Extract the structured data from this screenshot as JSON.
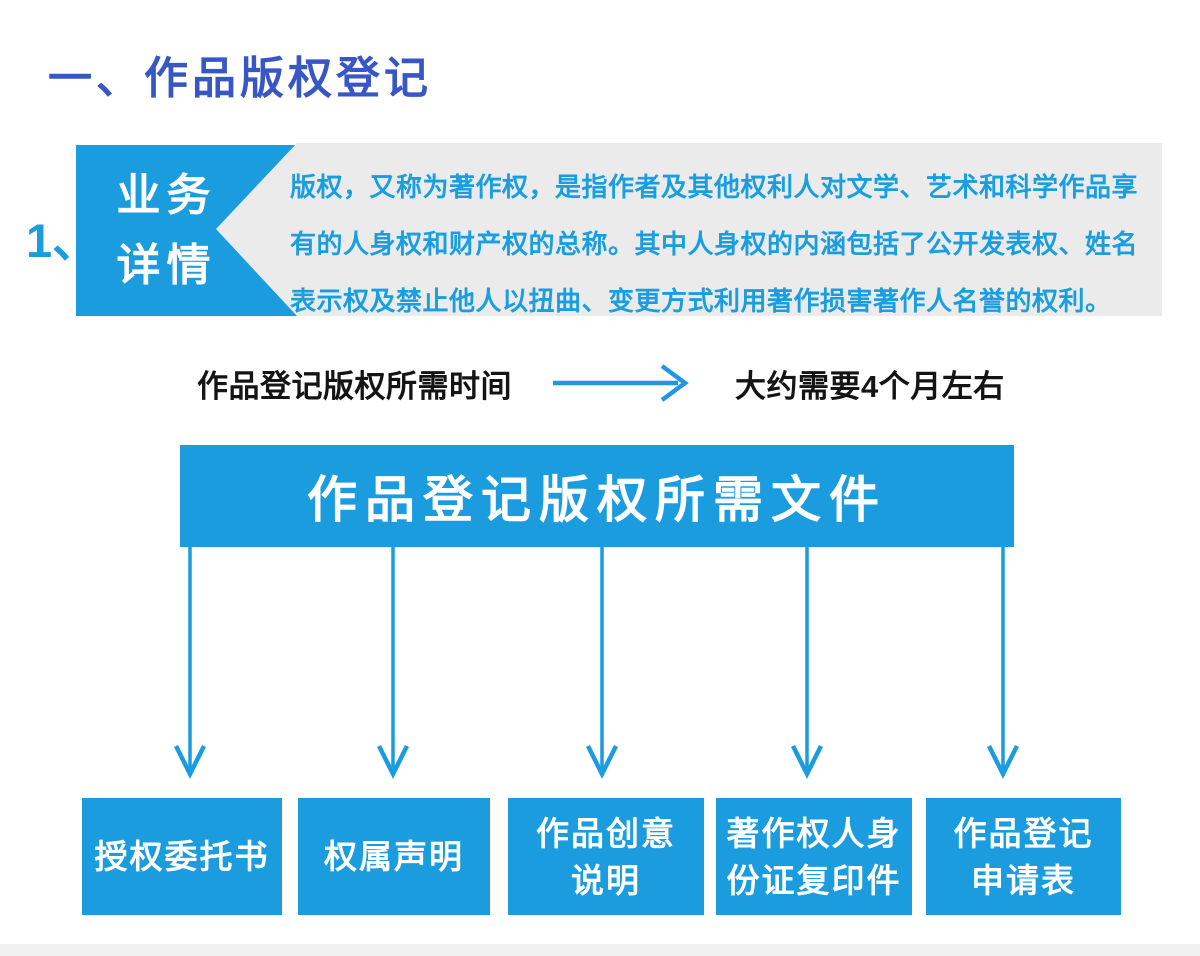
{
  "page": {
    "title": "一、作品版权登记",
    "item_number": "1、"
  },
  "business": {
    "label_line1": "业务",
    "label_line2": "详情",
    "description_lines": [
      "版权，又称为著作权，是指作者及其他权利人对文学、艺术和科学作品享",
      "有的人身权和财产权的总称。其中人身权的内涵包括了公开发表权、姓名",
      "表示权及禁止他人以扭曲、变更方式利用著作损害著作人名誉的权利。"
    ]
  },
  "timeline": {
    "label": "作品登记版权所需时间",
    "value": "大约需要4个月左右",
    "arrow_icon": "right-arrow"
  },
  "documents": {
    "banner": "作品登记版权所需文件",
    "arrow_icon": "down-arrow",
    "items": [
      {
        "line1": "授权委托书",
        "line2": ""
      },
      {
        "line1": "权属声明",
        "line2": ""
      },
      {
        "line1": "作品创意",
        "line2": "说明"
      },
      {
        "line1": "著作权人身",
        "line2": "份证复印件"
      },
      {
        "line1": "作品登记",
        "line2": "申请表"
      }
    ]
  },
  "colors": {
    "azure": "#1A9CDF",
    "azure_text": "#199EE0",
    "title_blue": "#3956C5",
    "panel_gray": "#EBEBEB",
    "text_dark": "#141414"
  }
}
